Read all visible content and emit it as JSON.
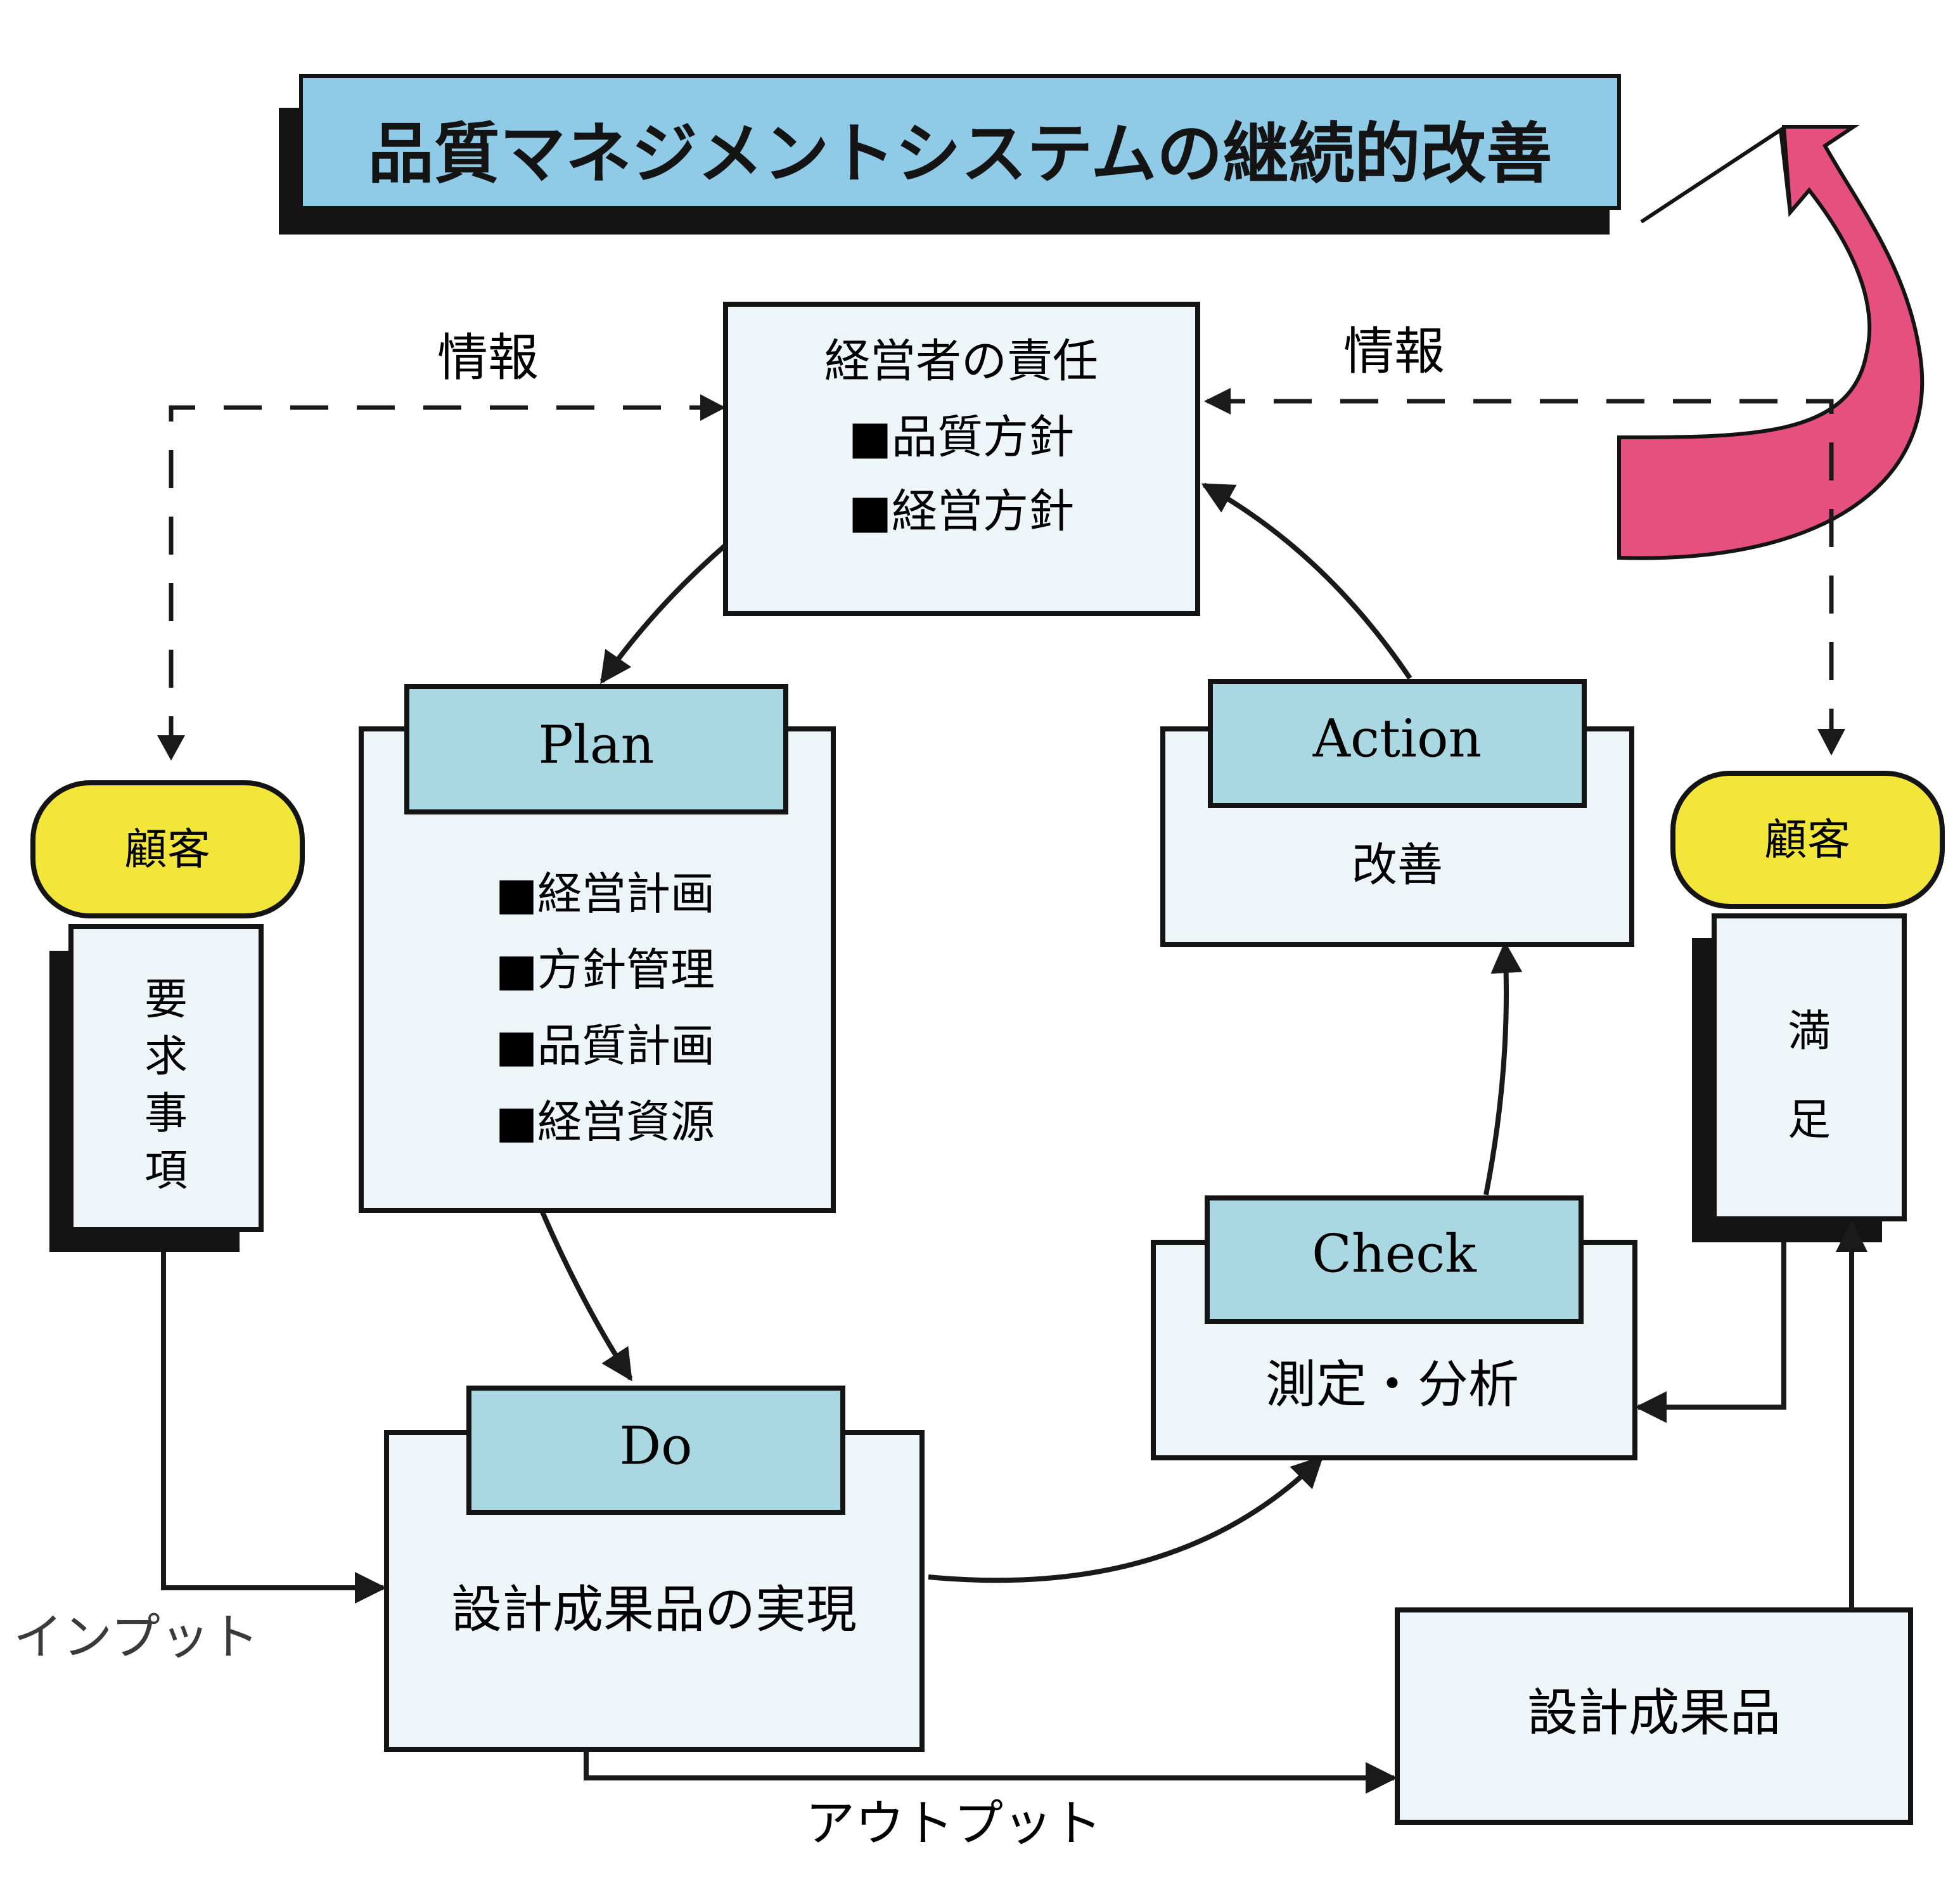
{
  "title": "品質マネジメントシステムの継続的改善",
  "info_left": "情報",
  "info_right": "情報",
  "management": {
    "heading": "経営者の責任",
    "items": [
      "■品質方針",
      "■経営方針"
    ]
  },
  "plan": {
    "label": "Plan",
    "items": [
      "■経営計画",
      "■方針管理",
      "■品質計画",
      "■経営資源"
    ]
  },
  "do": {
    "label": "Do",
    "body": "設計成果品の実現"
  },
  "check": {
    "label": "Check",
    "body": "測定・分析"
  },
  "action": {
    "label": "Action",
    "body": "改善"
  },
  "customer_left": {
    "label": "顧客",
    "requirement": [
      "要",
      "求",
      "事",
      "項"
    ]
  },
  "customer_right": {
    "label": "顧客",
    "satisfaction": [
      "満",
      "足"
    ]
  },
  "deliverable": "設計成果品",
  "input_label": "インプット",
  "output_label": "アウトプット",
  "colors": {
    "title_fill": "#8fcbe6",
    "header_fill": "#a9d8e2",
    "box_fill": "#eef5f8",
    "customer_fill": "#f3e63a",
    "arrow_fill": "#e5507f",
    "shadow": "#141414"
  }
}
